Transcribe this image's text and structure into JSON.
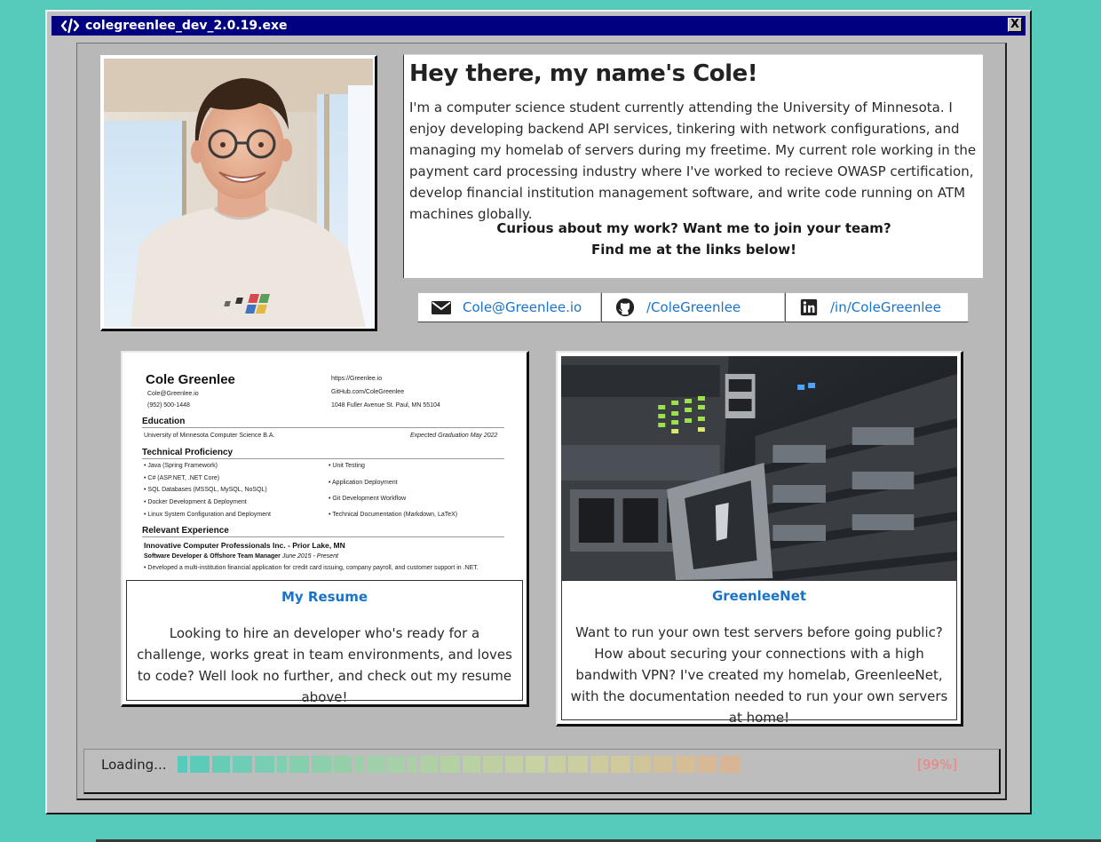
{
  "window": {
    "title": "colegreenlee_dev_2.0.19.exe",
    "close_label": "X"
  },
  "intro": {
    "heading": "Hey there, my name's Cole!",
    "body": "I'm a computer science student currently attending the University of Minnesota. I enjoy developing backend API services, tinkering with network configurations, and managing my homelab of servers during my freetime. My current role working in the payment card processing industry where I've worked to recieve OWASP certification, develop financial institution management software, and write code running on ATM machines globally.",
    "cta_line1": "Curious about my work? Want me to join your team?",
    "cta_line2": "Find me at the links below!"
  },
  "links": [
    {
      "icon": "envelope-icon",
      "label": "Cole@Greenlee.io"
    },
    {
      "icon": "github-icon",
      "label": "/ColeGreenlee"
    },
    {
      "icon": "linkedin-icon",
      "label": "/in/ColeGreenlee"
    }
  ],
  "resume_card": {
    "title": "My Resume",
    "body": "Looking to hire an developer who's ready for a challenge, works great in team environments, and loves to code? Well look no further, and check out my resume above!",
    "preview": {
      "name": "Cole Greenlee",
      "email": "Cole@Greenlee.io",
      "phone": "(952) 500-1448",
      "website": "https://Greenlee.io",
      "github": "GitHub.com/ColeGreenlee",
      "address": "1048 Fuller Avenue St. Paul, MN 55104",
      "education_heading": "Education",
      "education_school": "University of Minnesota Computer Science B.A.",
      "education_grad": "Expected Graduation May 2022",
      "tech_heading": "Technical Proficiency",
      "tech_left": [
        "Java (Spring Framework)",
        "C# (ASP.NET, .NET Core)",
        "SQL Databases (MSSQL, MySQL, NoSQL)",
        "Docker Development & Deployment",
        "Linux System Configuration and Deployment"
      ],
      "tech_right": [
        "Unit Testing",
        "Application Deployment",
        "Git Development Workflow",
        "Technical Documentation (Markdown, LaTeX)"
      ],
      "experience_heading": "Relevant Experience",
      "employer": "Innovative Computer Professionals Inc. - Prior Lake, MN",
      "role": "Software Developer & Offshore Team Manager",
      "role_dates": "June 2015 - Present",
      "role_bullet": "Developed a multi-institution financial application for credit card issuing, company payroll, and customer support in .NET."
    }
  },
  "server_card": {
    "title": "GreenleeNet",
    "body": "Want to run your own test servers before going public? How about securing your connections with a high bandwith VPN? I've created my homelab, GreenleeNet, with the documentation needed to run your own servers at home!"
  },
  "loading": {
    "label": "Loading...",
    "percent_label": "[99%]",
    "progress": 0.99,
    "gradient_start": "#56cbbb",
    "gradient_mid": "#d4e08a",
    "gradient_end": "#f08080"
  },
  "colors": {
    "desktop": "#56cbbb",
    "titlebar": "#000080",
    "link": "#1a73c8"
  }
}
